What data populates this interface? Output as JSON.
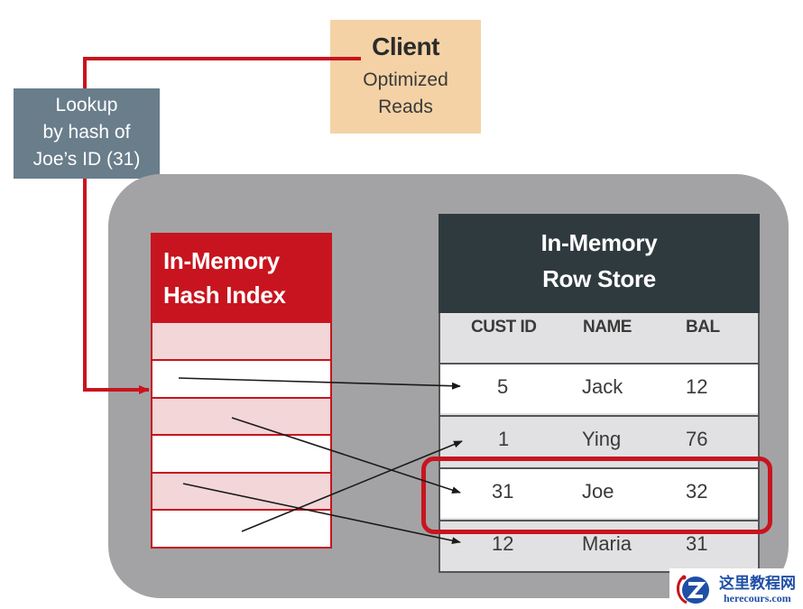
{
  "client": {
    "title": "Client",
    "subtitle_lines": [
      "Optimized",
      "Reads"
    ]
  },
  "lookup": {
    "lines": [
      "Lookup",
      "by hash of",
      "Joe’s ID (31)"
    ]
  },
  "hash_index": {
    "title_lines": [
      "In-Memory",
      "Hash Index"
    ],
    "slot_count": 6
  },
  "row_store": {
    "title_lines": [
      "In-Memory",
      "Row Store"
    ],
    "columns": [
      "CUST ID",
      "NAME",
      "BAL"
    ],
    "rows": [
      {
        "cust_id": "5",
        "name": "Jack",
        "bal": "12"
      },
      {
        "cust_id": "1",
        "name": "Ying",
        "bal": "76"
      },
      {
        "cust_id": "31",
        "name": "Joe",
        "bal": "32"
      },
      {
        "cust_id": "12",
        "name": "Maria",
        "bal": "31"
      }
    ],
    "highlighted_row": "Joe"
  },
  "pointers": [
    {
      "from_slot": 2,
      "to_row": "Jack"
    },
    {
      "from_slot": 3,
      "to_row": "Joe"
    },
    {
      "from_slot": 5,
      "to_row": "Maria"
    },
    {
      "from_slot": 6,
      "to_row": "Ying"
    }
  ],
  "colors": {
    "accent_red": "#c8141e",
    "client_fill": "#f4d2a5",
    "lookup_fill": "#697d8b",
    "container_fill": "#a3a3a5",
    "row_store_header": "#2f3a3f"
  },
  "watermark": {
    "cn": "这里教程网",
    "en": "herecours.com"
  }
}
